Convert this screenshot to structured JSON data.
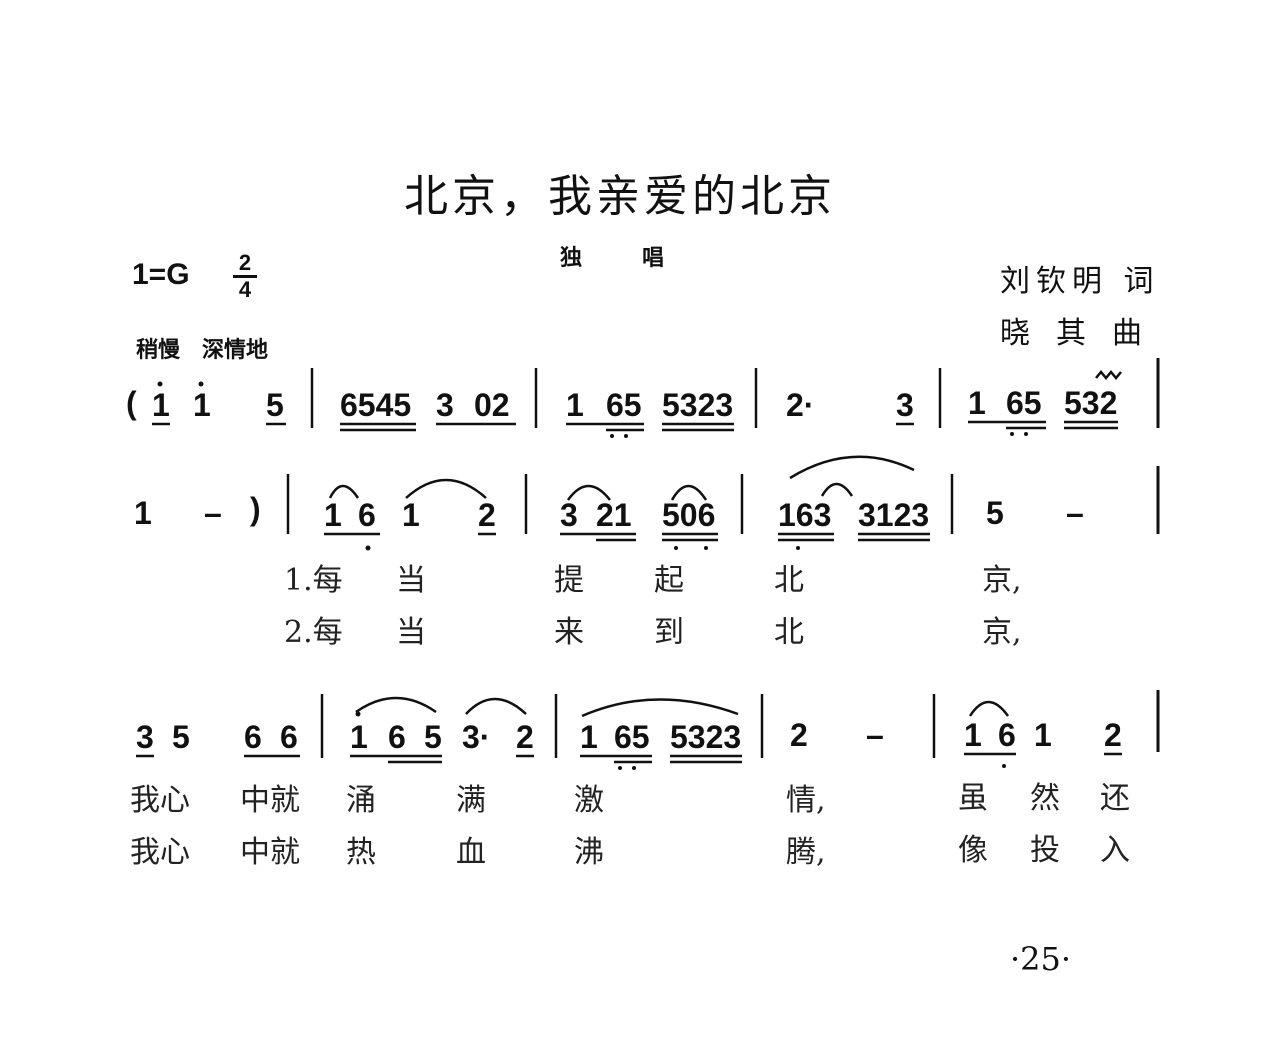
{
  "title": "北京，我亲爱的北京",
  "subtitle": "独唱",
  "key": "1=G",
  "time_top": "2",
  "time_bottom": "4",
  "tempo": "稍慢　深情地",
  "lyricist": "刘钦明 词",
  "composer": "晓其曲",
  "page_number": "·25·",
  "staff1": {
    "open_paren": "(",
    "m1": [
      "1",
      "1",
      "5"
    ],
    "m2": [
      "6545",
      "3",
      "02"
    ],
    "m3": [
      "1",
      "65",
      "5323"
    ],
    "m4": [
      "2·",
      "3"
    ],
    "m5": [
      "1",
      "65",
      "532"
    ]
  },
  "staff2": {
    "m1": [
      "1",
      "–",
      ")"
    ],
    "m2": [
      "1",
      "6",
      "1",
      "2"
    ],
    "m3": [
      "3",
      "21",
      "506"
    ],
    "m4": [
      "163",
      "3123"
    ],
    "m5": [
      "5",
      "–"
    ],
    "lyrics1": [
      "1.每",
      "当",
      "提",
      "起",
      "北",
      "京,"
    ],
    "lyrics2": [
      "2.每",
      "当",
      "来",
      "到",
      "北",
      "京,"
    ]
  },
  "staff3": {
    "m1": [
      "3",
      "5",
      "6",
      "6"
    ],
    "m2": [
      "1",
      "6",
      "5",
      "3·",
      "2"
    ],
    "m3": [
      "1",
      "65",
      "5323"
    ],
    "m4": [
      "2",
      "–"
    ],
    "m5": [
      "1",
      "6",
      "1",
      "2"
    ],
    "lyrics1": [
      "我心",
      "中就",
      "涌",
      "满",
      "激",
      "情,",
      "虽",
      "然",
      "还"
    ],
    "lyrics2": [
      "我心",
      "中就",
      "热",
      "血",
      "沸",
      "腾,",
      "像",
      "投",
      "入"
    ]
  }
}
